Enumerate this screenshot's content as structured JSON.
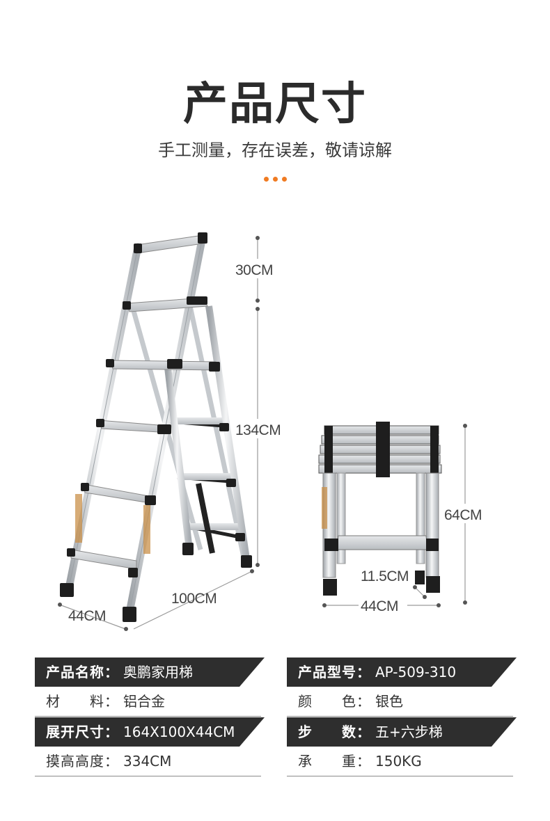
{
  "header": {
    "title": "产品尺寸",
    "subtitle": "手工测量，存在误差，敬请谅解",
    "dot_color": "#f07b22"
  },
  "dimensions": {
    "ladder_top": "30CM",
    "ladder_height": "134CM",
    "ladder_depth": "100CM",
    "ladder_width": "44CM",
    "folded_height": "64CM",
    "folded_depth": "11.5CM",
    "folded_width": "44CM"
  },
  "specs": {
    "name_label": "产品名称：",
    "name_value": "奥鹏家用梯",
    "model_label": "产品型号：",
    "model_value": "AP-509-310",
    "material_label": "材　　料：",
    "material_value": "铝合金",
    "color_label": "颜　　色：",
    "color_value": "银色",
    "size_label": "展开尺寸：",
    "size_value": "164X100X44CM",
    "steps_label": "步　　数：",
    "steps_value": "五+六步梯",
    "reach_label": "摸高高度：",
    "reach_value": "334CM",
    "load_label": "承　　重：",
    "load_value": "150KG"
  }
}
